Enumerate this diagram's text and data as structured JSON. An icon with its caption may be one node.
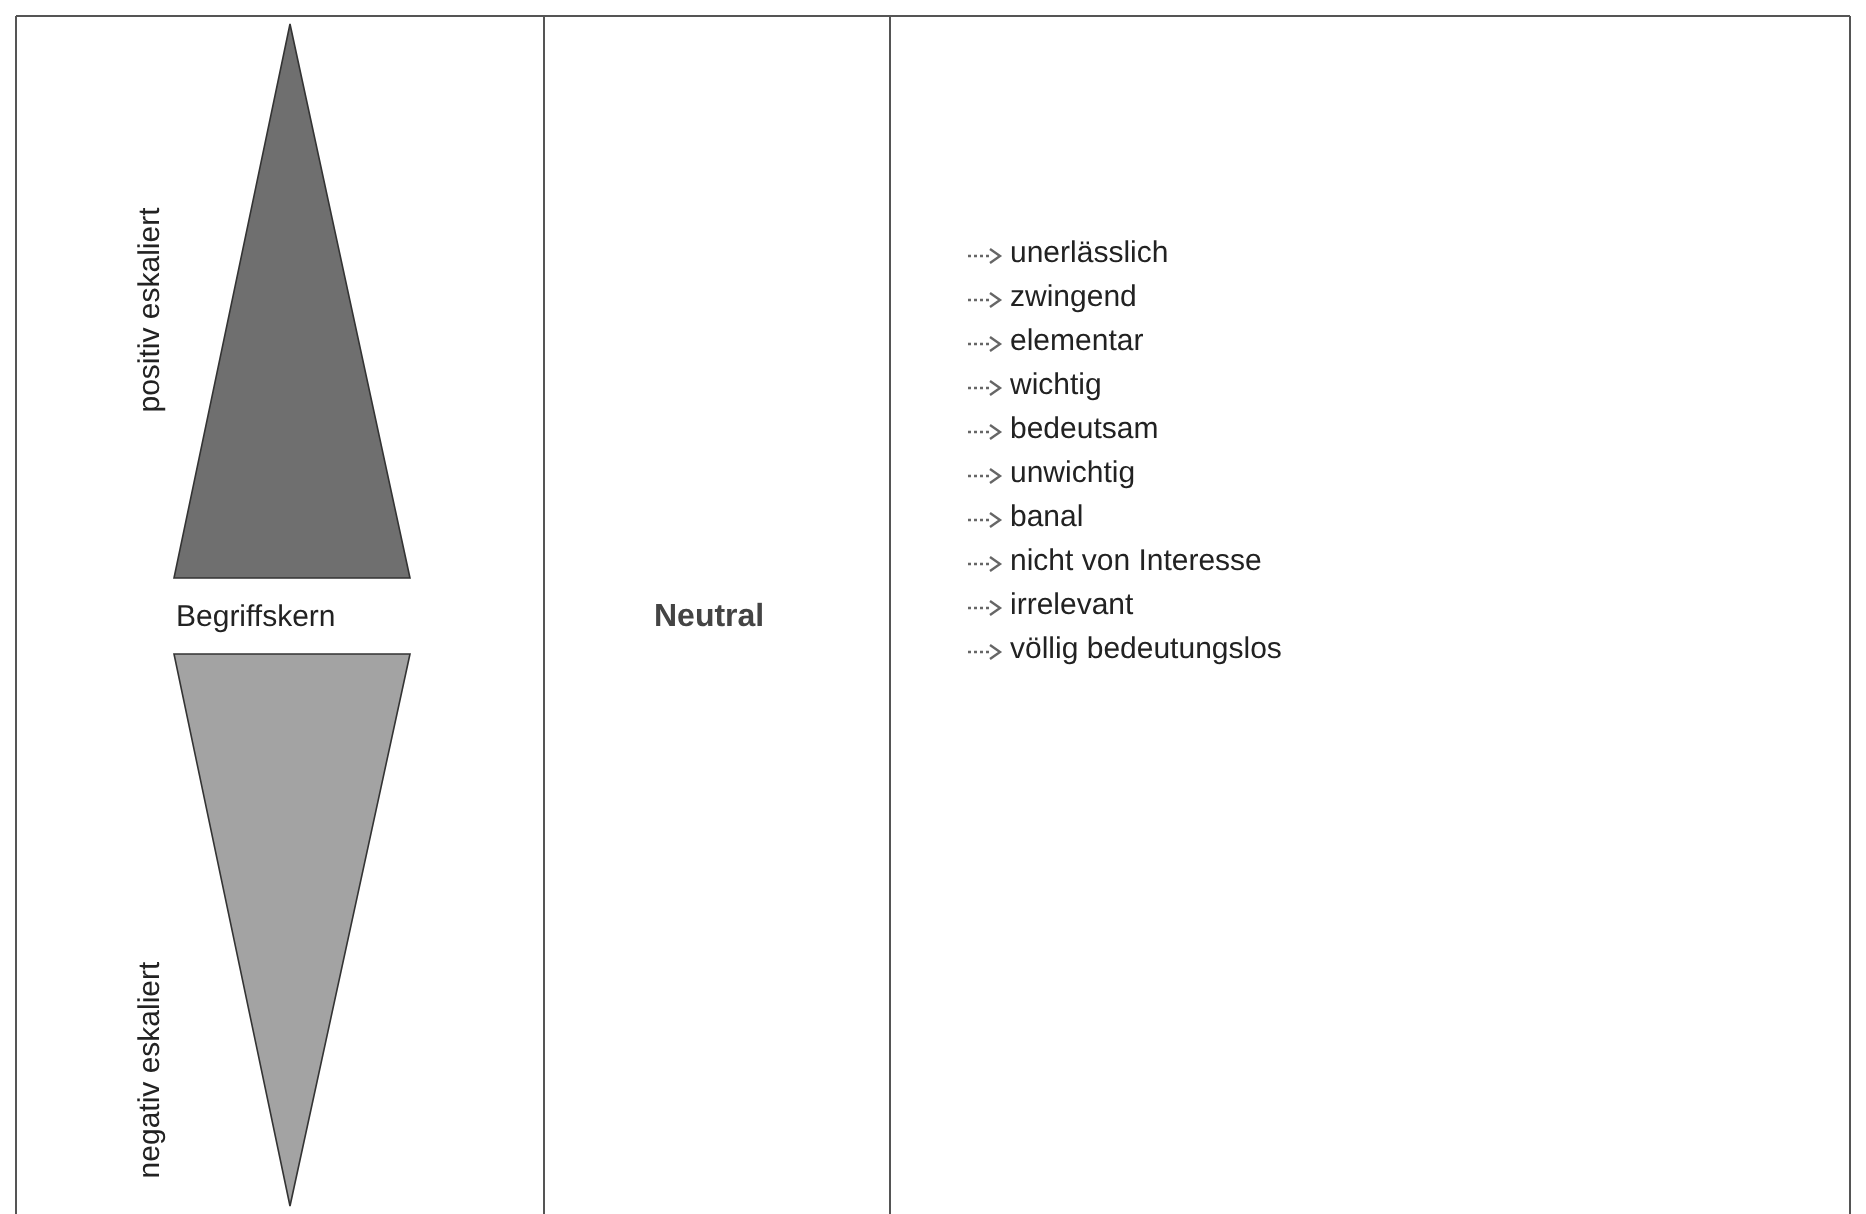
{
  "diagram": {
    "nodes": [
      {
        "text": [],
        "shape": "triangle",
        "beside": [
          "positiv eskaliert"
        ]
      },
      {
        "text": [],
        "shape": "triangle",
        "beside": [
          "negativ eskaliert"
        ]
      }
    ],
    "labels": [
      "Begriffskern",
      "Neutral",
      "unerlässlich",
      "zwingend",
      "elementar",
      "wichtig",
      "bedeutsam",
      "unwichtig",
      "banal",
      "nicht von Interesse",
      "irrelevant",
      "völlig bedeutungslos"
    ]
  }
}
